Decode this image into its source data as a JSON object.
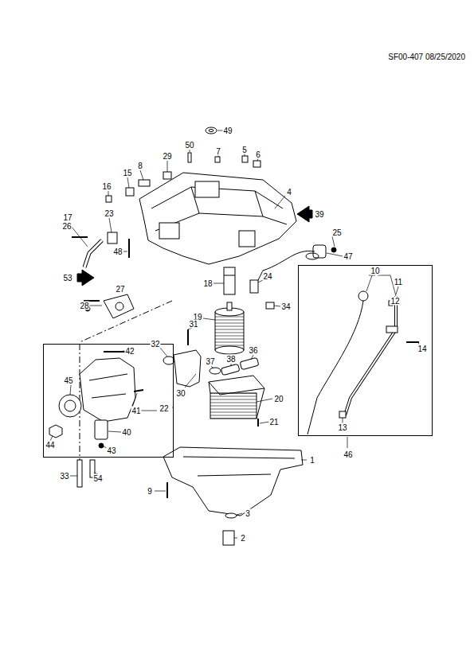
{
  "diagram": {
    "nodes": [
      {
        "text": [
          "22"
        ]
      },
      {
        "text": [
          "46"
        ]
      }
    ],
    "labels": [
      "SF00-407 08/25/2020",
      "49",
      "50",
      "7",
      "5",
      "6",
      "29",
      "8",
      "15",
      "16",
      "4",
      "39",
      "17",
      "23",
      "26",
      "25",
      "48",
      "47",
      "53",
      "24",
      "18",
      "28",
      "27",
      "34",
      "19",
      "31",
      "32",
      "42",
      "36",
      "37",
      "38",
      "45",
      "30",
      "20",
      "41",
      "21",
      "44",
      "40",
      "43",
      "1",
      "33",
      "54",
      "9",
      "3",
      "2",
      "10",
      "11",
      "12",
      "14",
      "13"
    ]
  }
}
